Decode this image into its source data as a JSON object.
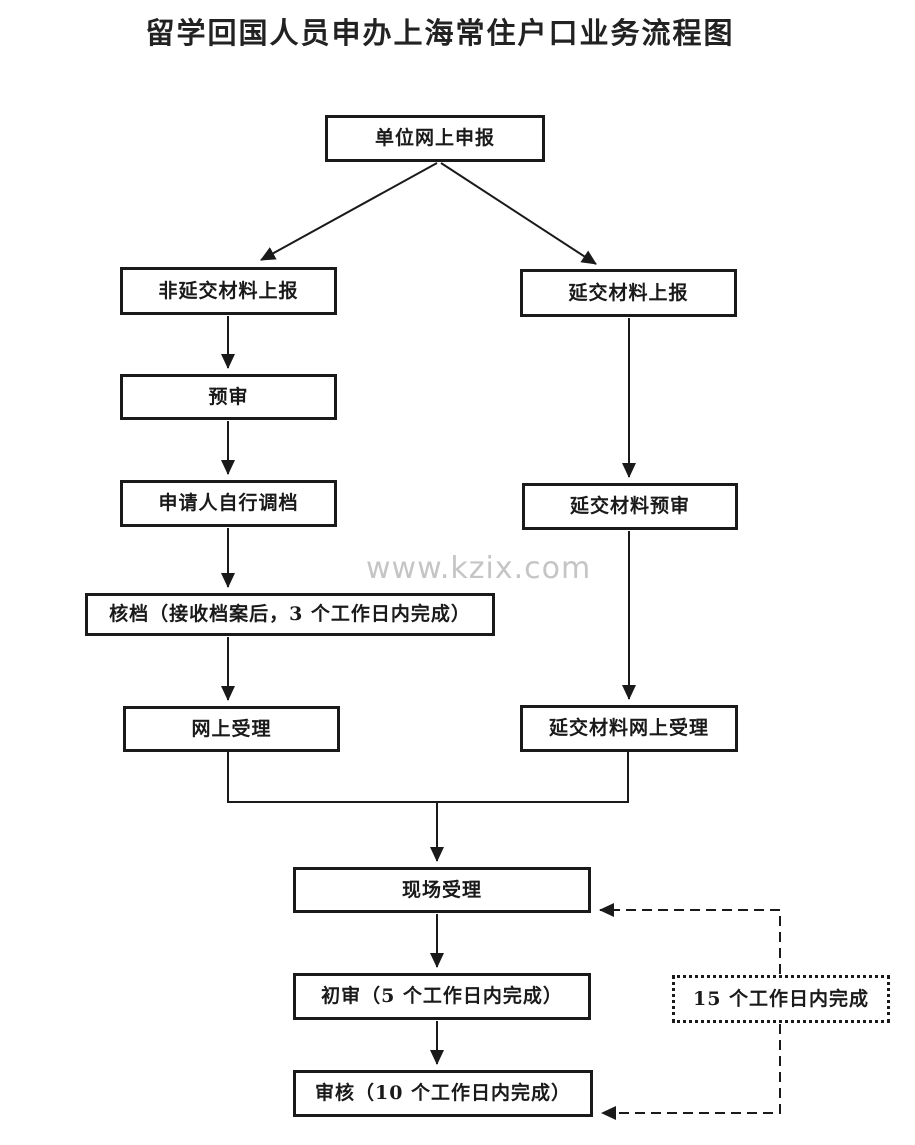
{
  "page": {
    "title": "留学回国人员申办上海常住户口业务流程图",
    "watermark": "www.kzix.com"
  },
  "nodes": {
    "online_declaration": {
      "label": "单位网上申报"
    },
    "non_deferred_submit": {
      "label": "非延交材料上报"
    },
    "deferred_submit": {
      "label": "延交材料上报"
    },
    "pre_review": {
      "label": "预审"
    },
    "applicant_self_transfer": {
      "label": "申请人自行调档"
    },
    "archive_check": {
      "label": "核档（接收档案后，3 个工作日内完成）"
    },
    "online_acceptance": {
      "label": "网上受理"
    },
    "deferred_pre_review": {
      "label": "延交材料预审"
    },
    "deferred_online_acceptance": {
      "label": "延交材料网上受理"
    },
    "onsite_acceptance": {
      "label": "现场受理"
    },
    "first_review": {
      "label": "初审（5 个工作日内完成）"
    },
    "final_review": {
      "label": "审核（10 个工作日内完成）"
    },
    "duration_note": {
      "label": "15 个工作日内完成"
    }
  },
  "edges": [
    {
      "from": "online_declaration",
      "to": "non_deferred_submit",
      "style": "solid"
    },
    {
      "from": "online_declaration",
      "to": "deferred_submit",
      "style": "solid"
    },
    {
      "from": "non_deferred_submit",
      "to": "pre_review",
      "style": "solid"
    },
    {
      "from": "pre_review",
      "to": "applicant_self_transfer",
      "style": "solid"
    },
    {
      "from": "applicant_self_transfer",
      "to": "archive_check",
      "style": "solid"
    },
    {
      "from": "archive_check",
      "to": "online_acceptance",
      "style": "solid"
    },
    {
      "from": "deferred_submit",
      "to": "deferred_pre_review",
      "style": "solid"
    },
    {
      "from": "deferred_pre_review",
      "to": "deferred_online_acceptance",
      "style": "solid"
    },
    {
      "from": "online_acceptance",
      "to": "onsite_acceptance",
      "style": "solid"
    },
    {
      "from": "deferred_online_acceptance",
      "to": "onsite_acceptance",
      "style": "solid"
    },
    {
      "from": "onsite_acceptance",
      "to": "first_review",
      "style": "solid"
    },
    {
      "from": "first_review",
      "to": "final_review",
      "style": "solid"
    },
    {
      "from": "duration_note",
      "to": "onsite_acceptance",
      "style": "dashed"
    },
    {
      "from": "duration_note",
      "to": "final_review",
      "style": "dashed"
    }
  ],
  "colors": {
    "ink": "#1a1a1a",
    "background": "#ffffff",
    "watermark": "#c5c5c5"
  }
}
